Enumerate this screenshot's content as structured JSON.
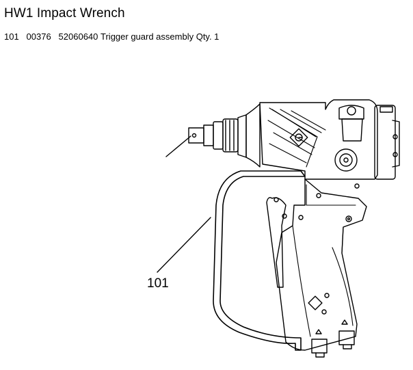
{
  "document": {
    "title": "HW1 Impact Wrench",
    "part": {
      "item": "101",
      "ref": "00376",
      "part_number": "52060640",
      "description": "Trigger guard assembly Qty. 1"
    }
  },
  "figure": {
    "callout_label": "101",
    "subject": "impact-wrench-line-drawing"
  }
}
